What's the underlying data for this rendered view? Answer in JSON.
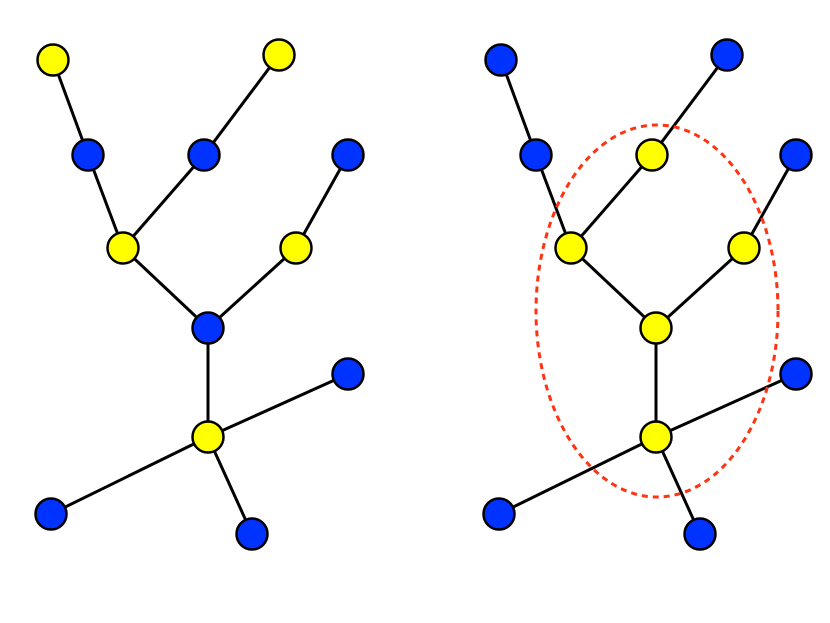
{
  "colors": {
    "blue": "#0033ff",
    "yellow": "#ffff00",
    "edge": "#000000",
    "highlight": "#ff3311"
  },
  "edges": [
    [
      "a",
      "b"
    ],
    [
      "b",
      "f"
    ],
    [
      "c",
      "d"
    ],
    [
      "d",
      "f"
    ],
    [
      "e",
      "g"
    ],
    [
      "f",
      "h"
    ],
    [
      "g",
      "h"
    ],
    [
      "h",
      "j"
    ],
    [
      "j",
      "i"
    ],
    [
      "j",
      "k"
    ],
    [
      "j",
      "l"
    ]
  ],
  "graphs": [
    {
      "name": "left-graph",
      "node_colors": {
        "a": "yellow",
        "b": "blue",
        "c": "yellow",
        "d": "blue",
        "e": "blue",
        "f": "yellow",
        "g": "yellow",
        "h": "blue",
        "i": "blue",
        "j": "yellow",
        "k": "blue",
        "l": "blue"
      },
      "highlight": false
    },
    {
      "name": "right-graph",
      "node_colors": {
        "a": "blue",
        "b": "blue",
        "c": "blue",
        "d": "yellow",
        "e": "blue",
        "f": "yellow",
        "g": "yellow",
        "h": "yellow",
        "i": "blue",
        "j": "yellow",
        "k": "blue",
        "l": "blue"
      },
      "highlight": true
    }
  ]
}
